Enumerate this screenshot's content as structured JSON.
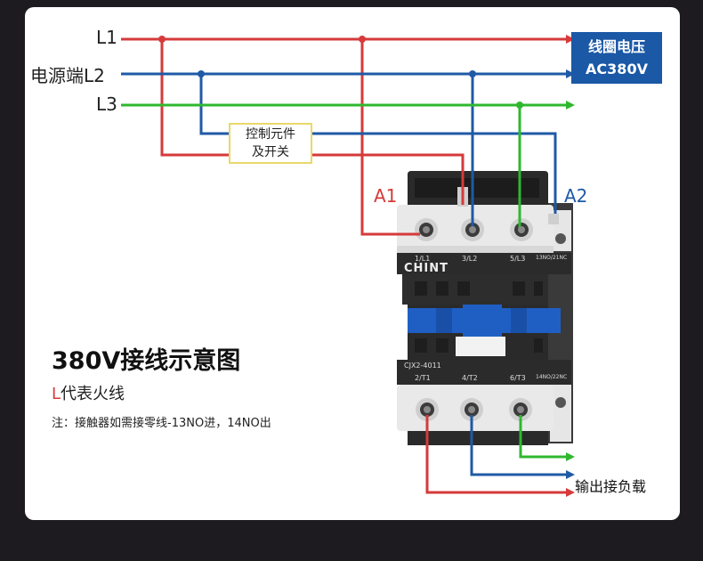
{
  "colors": {
    "l1": "#d63a3a",
    "l2": "#1f5aa6",
    "l3": "#2fb82f",
    "coil_bg": "#1b58a6",
    "red_letter": "#d63a3a"
  },
  "lines": {
    "l1": "L1",
    "l2": "L2",
    "l3": "L3",
    "source_prefix": "电源端"
  },
  "coil": {
    "line1": "线圈电压",
    "line2": "AC380V"
  },
  "control": {
    "line1": "控制元件",
    "line2": "及开关"
  },
  "coil_terminals": {
    "a1": "A1",
    "a2": "A2"
  },
  "contactor": {
    "brand": "CHINT",
    "model": "CJX2-4011",
    "top_terminals": [
      "1/L1",
      "3/L2",
      "5/L3",
      "13NO/21NC"
    ],
    "bottom_terminals": [
      "2/T1",
      "4/T2",
      "6/T3",
      "14NO/22NC"
    ]
  },
  "title": "380V接线示意图",
  "legend": {
    "letter": "L",
    "text": "代表火线"
  },
  "note": "注：接触器如需接零线-13NO进，14NO出",
  "output_label": "输出接负载"
}
